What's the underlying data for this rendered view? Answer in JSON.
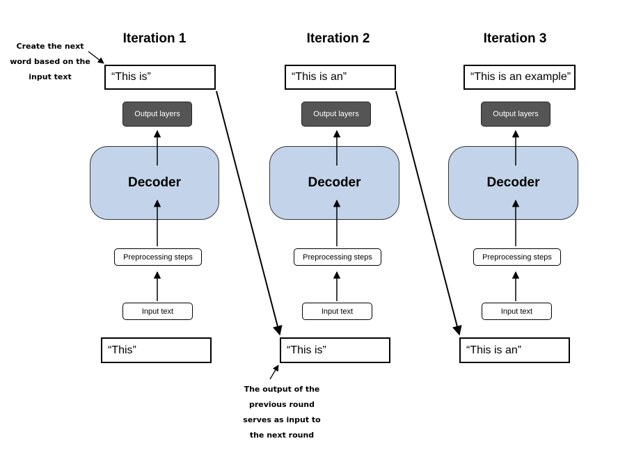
{
  "iterations": [
    {
      "title": "Iteration 1",
      "output_text": "“This is”",
      "output_layers_label": "Output layers",
      "decoder_label": "Decoder",
      "preprocessing_label": "Preprocessing steps",
      "input_label": "Input text",
      "input_text": "“This”"
    },
    {
      "title": "Iteration 2",
      "output_text": "“This is an”",
      "output_layers_label": "Output layers",
      "decoder_label": "Decoder",
      "preprocessing_label": "Preprocessing steps",
      "input_label": "Input text",
      "input_text": "“This is”"
    },
    {
      "title": "Iteration 3",
      "output_text": "“This is an example”",
      "output_layers_label": "Output layers",
      "decoder_label": "Decoder",
      "preprocessing_label": "Preprocessing steps",
      "input_label": "Input text",
      "input_text": "“This is an”"
    }
  ],
  "annotations": {
    "top_left": [
      "Create the next",
      "word based on the",
      "input text"
    ],
    "bottom": [
      "The output of the",
      "previous round",
      "serves as input to",
      "the next round"
    ]
  },
  "colors": {
    "decoder_fill": "#c3d4ea",
    "output_layers_fill": "#555555",
    "line": "#000000"
  }
}
